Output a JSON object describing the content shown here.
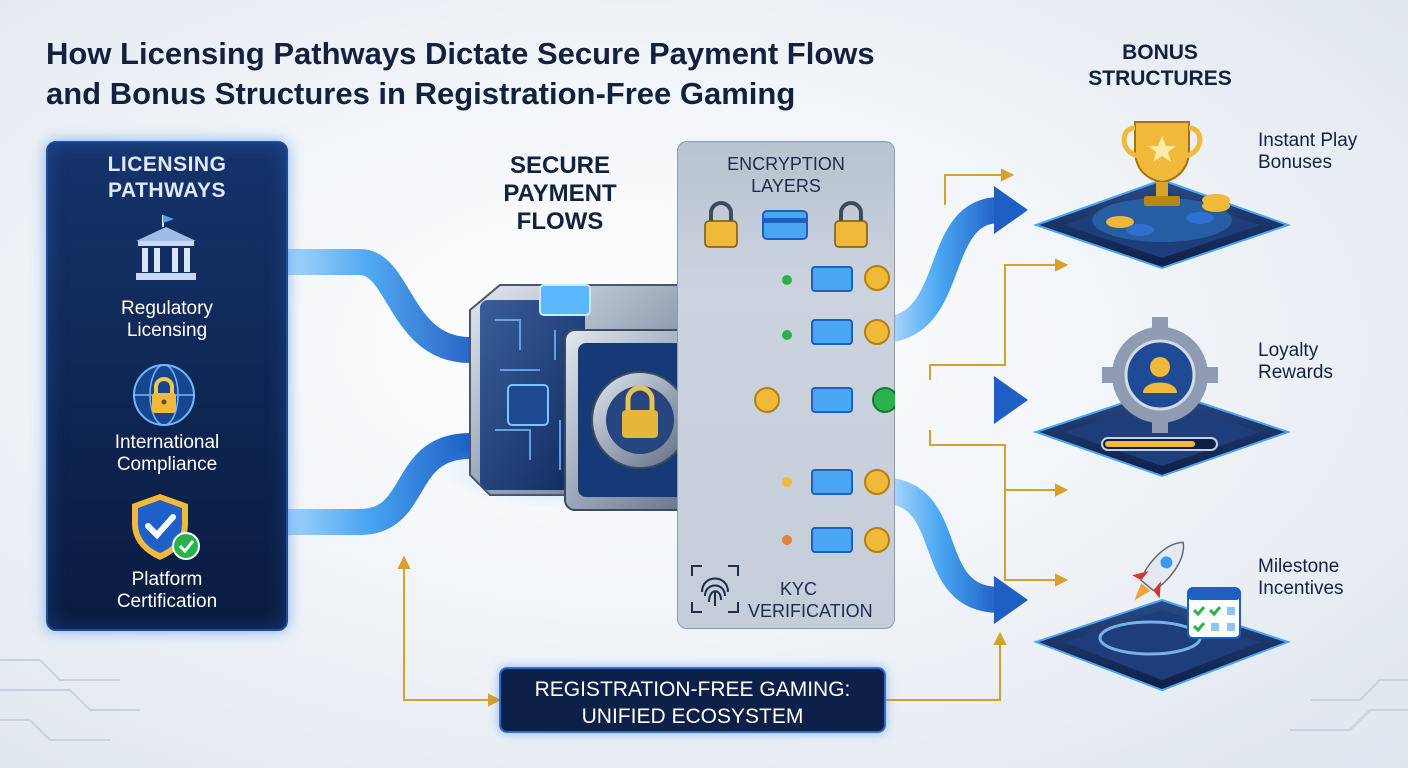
{
  "title": {
    "line1": "How Licensing Pathways Dictate Secure Payment Flows",
    "line2": "and Bonus Structures in Registration-Free Gaming"
  },
  "licensing": {
    "title_line1": "Licensing",
    "title_line2": "Pathways",
    "items": [
      {
        "line1": "Regulatory",
        "line2": "Licensing",
        "icon": "government-building-icon"
      },
      {
        "line1": "International",
        "line2": "Compliance",
        "icon": "globe-lock-icon"
      },
      {
        "line1": "Platform",
        "line2": "Certification",
        "icon": "shield-check-icon"
      }
    ]
  },
  "payments": {
    "title_line1": "Secure",
    "title_line2": "Payment",
    "title_line3": "Flows",
    "hub_icon": "secure-vault-chip-icon"
  },
  "encryption": {
    "title_line1": "Encryption",
    "title_line2": "Layers",
    "kyc_line1": "KYC",
    "kyc_line2": "Verification",
    "fingerprint_icon": "fingerprint-icon"
  },
  "bonus": {
    "title_line1": "Bonus",
    "title_line2": "Structures",
    "items": [
      {
        "line1": "Instant Play",
        "line2": "Bonuses",
        "icon": "trophy-icon"
      },
      {
        "line1": "Loyalty",
        "line2": "Rewards",
        "icon": "gear-user-icon"
      },
      {
        "line1": "Milestone",
        "line2": "Incentives",
        "icon": "rocket-calendar-icon"
      }
    ]
  },
  "ecosystem": {
    "line1": "Registration-Free Gaming:",
    "line2": "Unified Ecosystem"
  },
  "colors": {
    "navy": "#0d1b36",
    "panel_blue": "#0e2552",
    "flow_blue": "#3a9cf0",
    "gold": "#d4a22a",
    "green": "#2bb24c"
  }
}
